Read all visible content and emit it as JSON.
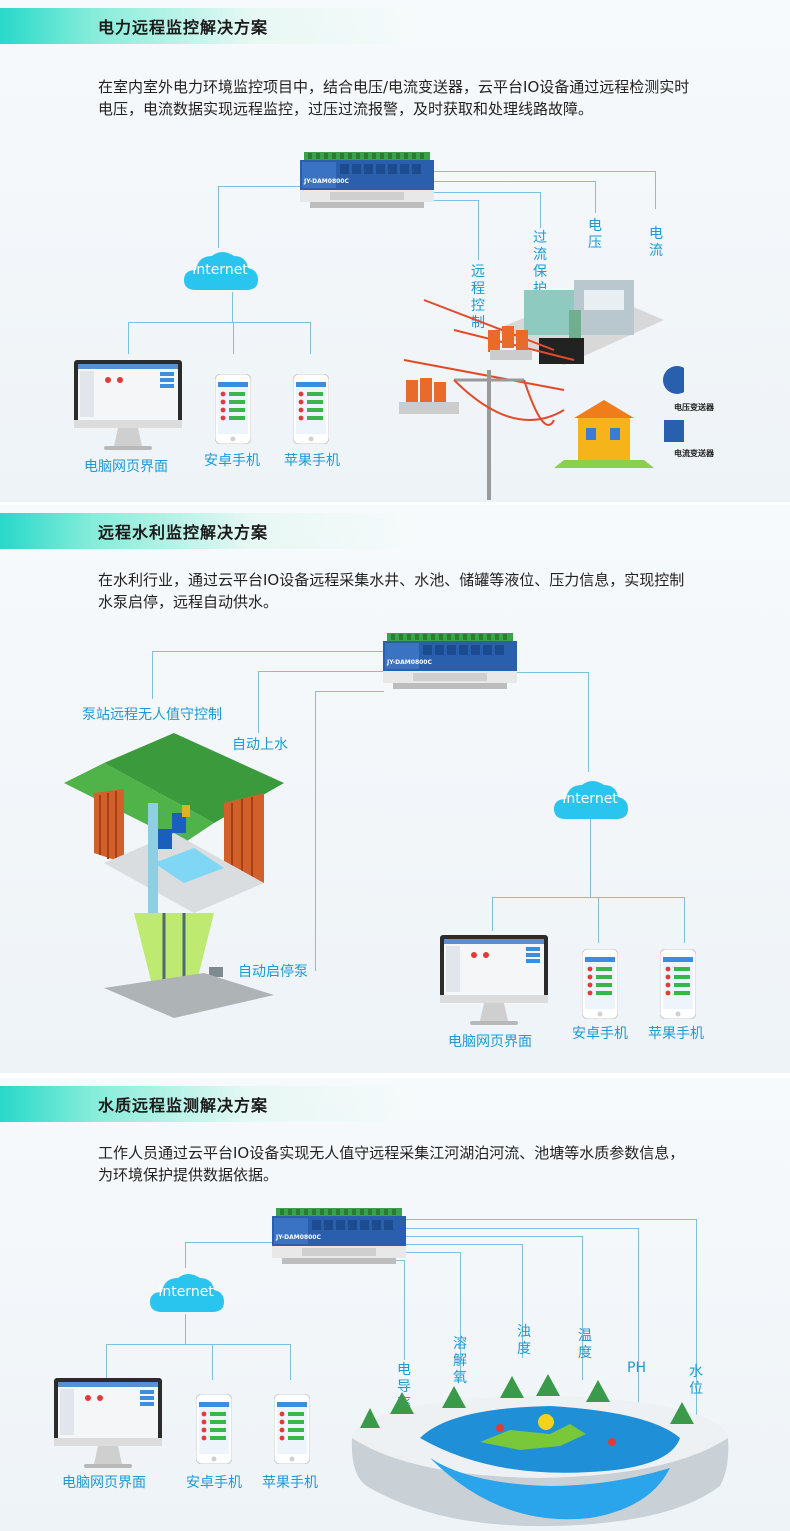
{
  "sections": [
    {
      "title": "电力远程监控解决方案",
      "desc": "在室内室外电力环境监控项目中，结合电压/电流变送器，云平台IO设备通过远程检测实时电压，电流数据实现远程监控，过压过流报警，及时获取和处理线路故障。",
      "device_model": "JY-DAM0800C",
      "cloud": "Internet",
      "pc_label": "电脑网页界面",
      "android_label": "安卓手机",
      "iphone_label": "苹果手机",
      "tags": [
        "远程控制",
        "过流保护",
        "电压",
        "电流"
      ],
      "voltage_tx": "电压变送器",
      "current_tx": "电流变送器"
    },
    {
      "title": "远程水利监控解决方案",
      "desc": "在水利行业，通过云平台IO设备远程采集水井、水池、储罐等液位、压力信息，实现控制水泵启停，远程自动供水。",
      "device_model": "JY-DAM0800C",
      "cloud": "Internet",
      "pc_label": "电脑网页界面",
      "android_label": "安卓手机",
      "iphone_label": "苹果手机",
      "pump_station": "泵站远程无人值守控制",
      "auto_water": "自动上水",
      "auto_pump": "自动启停泵"
    },
    {
      "title": "水质远程监测解决方案",
      "desc": "工作人员通过云平台IO设备实现无人值守远程采集江河湖泊河流、池塘等水质参数信息，为环境保护提供数据依据。",
      "device_model": "JY-DAM0800C",
      "cloud": "Internet",
      "pc_label": "电脑网页界面",
      "android_label": "安卓手机",
      "iphone_label": "苹果手机",
      "tags": [
        "电导率",
        "溶解氧",
        "浊度",
        "温度",
        "PH",
        "水位"
      ]
    }
  ],
  "colors": {
    "accent": "#27d8c9",
    "line": "#7fbfe0",
    "label": "#1e9ad6",
    "cloud": "#29c5ef",
    "device_blue": "#2a5fae",
    "terminal_green": "#3aa24a"
  },
  "icons": [
    "cloud-icon",
    "device-icon",
    "monitor-icon",
    "phone-icon",
    "power-substation-icon",
    "pump-station-icon",
    "lake-icon"
  ]
}
